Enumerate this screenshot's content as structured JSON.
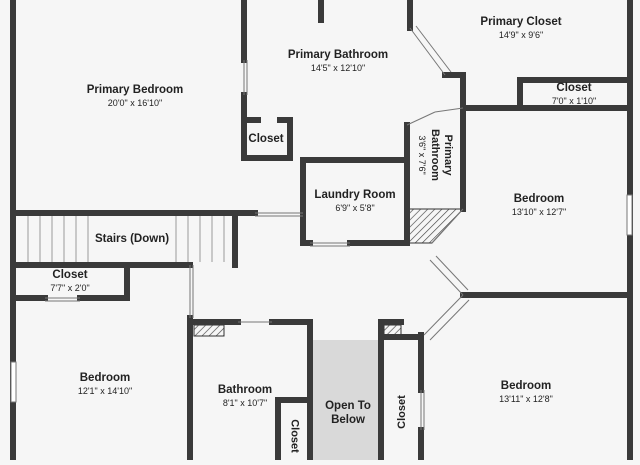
{
  "rooms": {
    "primary_bedroom": {
      "name": "Primary Bedroom",
      "dims": "20'0\" x 16'10\""
    },
    "primary_bathroom": {
      "name": "Primary Bathroom",
      "dims": "14'5\" x 12'10\""
    },
    "primary_closet": {
      "name": "Primary Closet",
      "dims": "14'9\" x 9'6\""
    },
    "closet_top_right": {
      "name": "Closet",
      "dims": "7'0\" x 1'10\""
    },
    "closet_small": {
      "name": "Closet"
    },
    "primary_bathroom_small": {
      "name_line1": "Primary",
      "name_line2": "Bathroom",
      "dims": "3'6\" x 7'6\""
    },
    "laundry_room": {
      "name": "Laundry Room",
      "dims": "6'9\" x 5'8\""
    },
    "bedroom_right_mid": {
      "name": "Bedroom",
      "dims": "13'10\" x 12'7\""
    },
    "stairs": {
      "name": "Stairs (Down)"
    },
    "closet_left": {
      "name": "Closet",
      "dims": "7'7\" x 2'0\""
    },
    "bedroom_bottom_left": {
      "name": "Bedroom",
      "dims": "12'1\" x 14'10\""
    },
    "bathroom": {
      "name": "Bathroom",
      "dims": "8'1\" x 10'7\""
    },
    "closet_bottom": {
      "name": "Closet"
    },
    "open_to_below": {
      "name_line1": "Open To",
      "name_line2": "Below"
    },
    "closet_vertical": {
      "name": "Closet"
    },
    "bedroom_bottom_right": {
      "name": "Bedroom",
      "dims": "13'11\" x 12'8\""
    }
  }
}
